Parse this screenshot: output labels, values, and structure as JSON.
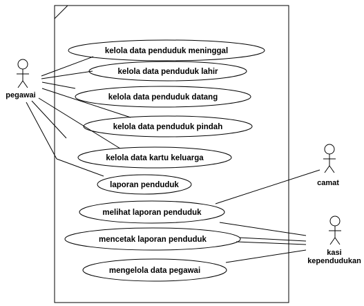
{
  "system_boundary": {
    "label": ""
  },
  "actors": [
    {
      "id": "pegawai",
      "label": "pegawai"
    },
    {
      "id": "camat",
      "label": "camat"
    },
    {
      "id": "kasi",
      "label_lines": [
        "kasi",
        "kependudukan"
      ]
    }
  ],
  "use_cases": [
    {
      "id": "uc1",
      "label": "kelola data penduduk meninggal"
    },
    {
      "id": "uc2",
      "label": "kelola data penduduk lahir"
    },
    {
      "id": "uc3",
      "label": "kelola data penduduk datang"
    },
    {
      "id": "uc4",
      "label": "kelola data penduduk pindah"
    },
    {
      "id": "uc5",
      "label": "kelola data kartu keluarga"
    },
    {
      "id": "uc6",
      "label": "laporan penduduk"
    },
    {
      "id": "uc7",
      "label": "melihat laporan penduduk"
    },
    {
      "id": "uc8",
      "label": "mencetak laporan penduduk"
    },
    {
      "id": "uc9",
      "label": "mengelola data pegawai"
    }
  ],
  "associations": [
    {
      "from": "pegawai",
      "to": "uc1"
    },
    {
      "from": "pegawai",
      "to": "uc2"
    },
    {
      "from": "pegawai",
      "to": "uc3"
    },
    {
      "from": "pegawai",
      "to": "uc4"
    },
    {
      "from": "pegawai",
      "to": "uc5"
    },
    {
      "from": "pegawai",
      "to": "uc6"
    },
    {
      "from": "camat",
      "to": "uc7"
    },
    {
      "from": "kasi",
      "to": "uc7"
    },
    {
      "from": "kasi",
      "to": "uc8"
    },
    {
      "from": "kasi",
      "to": "uc9"
    }
  ]
}
